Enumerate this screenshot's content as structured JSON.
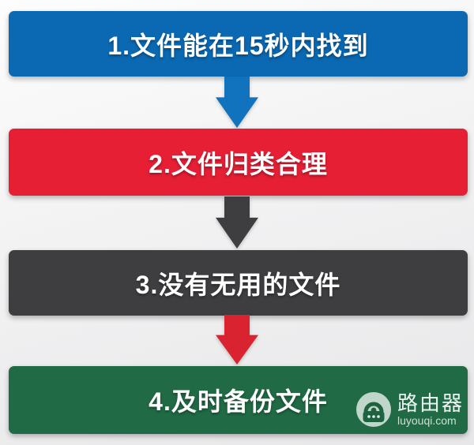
{
  "flowchart": {
    "steps": [
      {
        "label": "1.文件能在15秒内找到",
        "bg": "#0a69b2"
      },
      {
        "label": "2.文件归类合理",
        "bg": "#e61f35"
      },
      {
        "label": "3.没有无用的文件",
        "bg": "#3e3e40"
      },
      {
        "label": "4.及时备份文件",
        "bg": "#206b45"
      }
    ],
    "arrows": [
      {
        "color": "#1173bd"
      },
      {
        "color": "#3e3e40"
      },
      {
        "color": "#da2330"
      }
    ]
  },
  "watermark": {
    "brand": "路由器",
    "domain": "luyouqi.com",
    "icon": "router-icon",
    "icon_color": "#1d6340",
    "circle_color": "rgba(255,255,255,0.72)"
  }
}
